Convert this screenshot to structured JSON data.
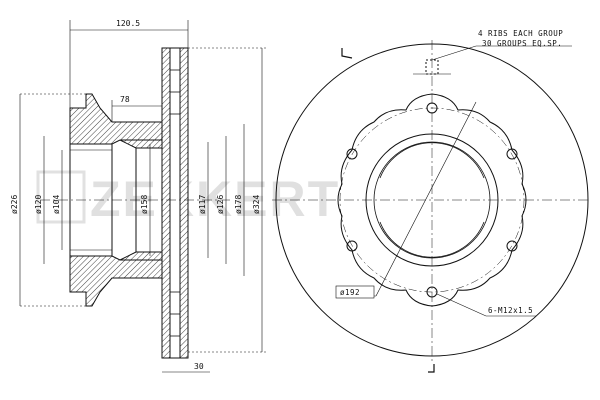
{
  "watermark": {
    "brand": "ZEKKERT"
  },
  "side_view": {
    "dimensions": {
      "overall_width": "120.5",
      "hub_offset": "78",
      "disc_thickness": "30",
      "dia_226": "ø226",
      "dia_120": "ø120",
      "dia_104": "ø104",
      "dia_158": "ø158",
      "dia_117": "ø117",
      "dia_126": "ø126",
      "dia_178": "ø178",
      "dia_324": "ø324"
    }
  },
  "front_view": {
    "ribs_note_line1": "4 RIBS EACH GROUP",
    "ribs_note_line2": "30 GROUPS EQ.SP.",
    "bolt_circle": "ø192",
    "bolt_spec": "6-M12x1.5"
  }
}
